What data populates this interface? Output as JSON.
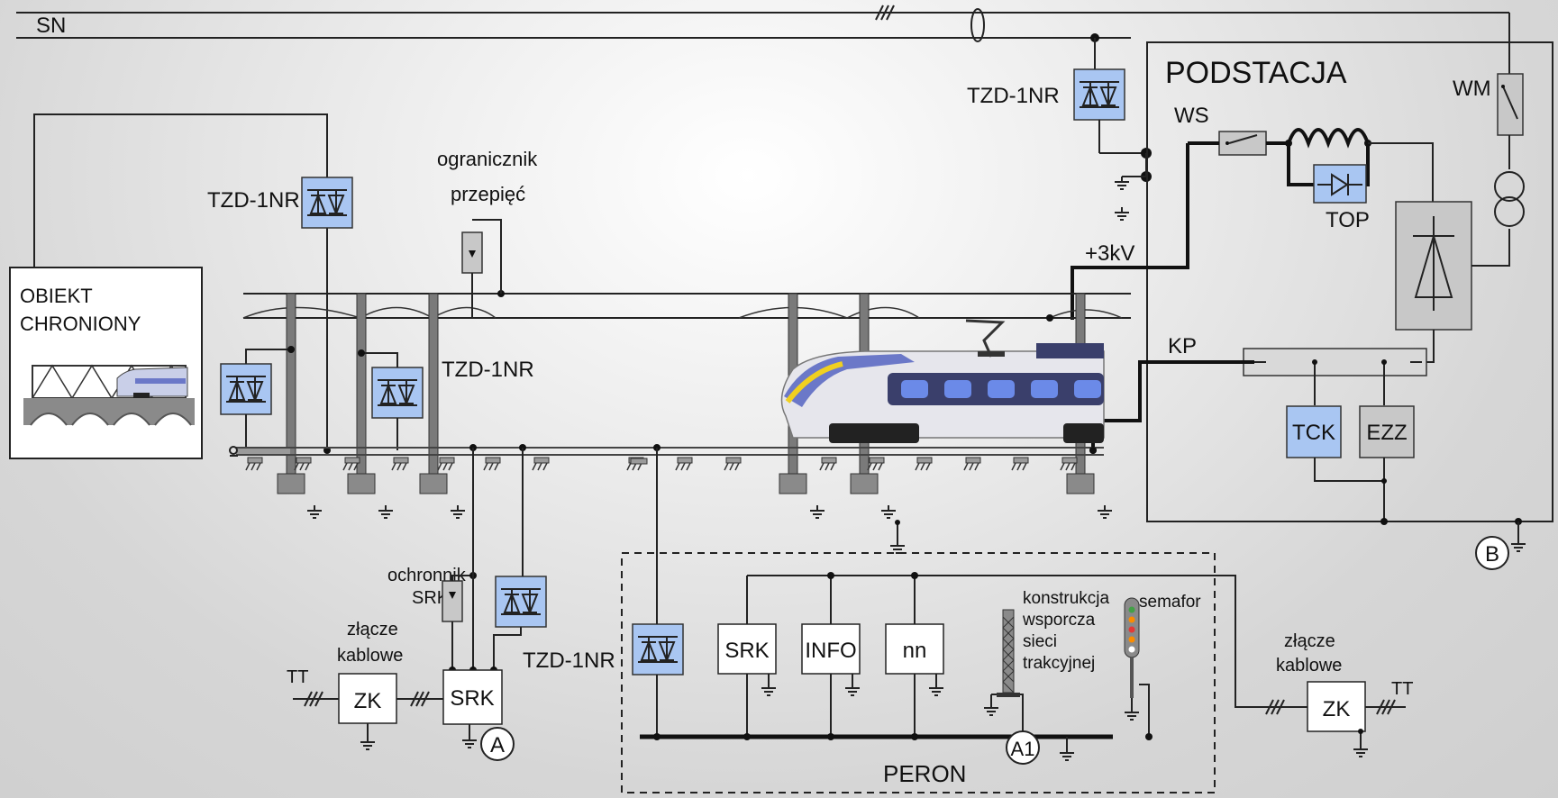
{
  "labels": {
    "sn": "SN",
    "tzd": "TZD-1NR",
    "podstacja": "PODSTACJA",
    "ws": "WS",
    "wm": "WM",
    "top": "TOP",
    "plus3kv": "+3kV",
    "kp": "KP",
    "tck": "TCK",
    "ezz": "EZZ",
    "b": "B",
    "obiekt_line1": "OBIEKT",
    "obiekt_line2": "CHRONIONY",
    "ogr_line1": "ogranicznik",
    "ogr_line2": "przepięć",
    "ochr_line1": "ochronnik",
    "ochr_line2": "SRK",
    "zlacze_line1": "złącze",
    "zlacze_line2": "kablowe",
    "zk": "ZK",
    "tt": "TT",
    "srk": "SRK",
    "info": "INFO",
    "nn": "nn",
    "konstr_line1": "konstrukcja",
    "konstr_line2": "wsporcza",
    "konstr_line3": "sieci",
    "konstr_line4": "trakcyjnej",
    "semafor": "semafor",
    "a": "A",
    "a1": "A1",
    "peron": "PERON"
  },
  "colors": {
    "protector_fill": "#a9c6f2",
    "box_gray": "#c8c8c8",
    "signal_red": "#e53935",
    "signal_orange": "#fb8c00",
    "signal_green": "#43a047",
    "train_body": "#e6e6ec",
    "train_accent": "#6b78c8",
    "train_stripe": "#f0d020"
  },
  "icons": [
    "diode-icon",
    "inductor-icon",
    "transformer-icon",
    "switch-icon",
    "ground-icon",
    "surge-arrester-icon",
    "rectifier-icon",
    "train-icon",
    "bridge-icon",
    "signal-icon",
    "mast-icon"
  ]
}
